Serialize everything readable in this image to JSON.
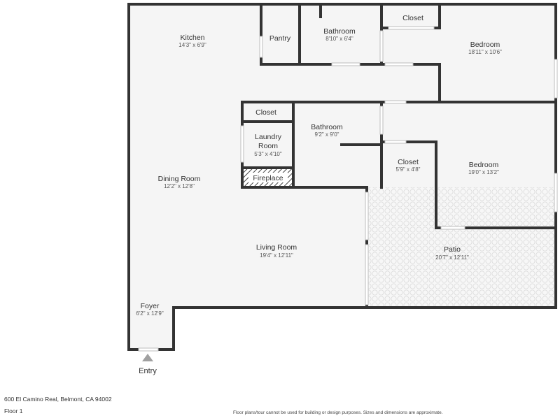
{
  "plan": {
    "address": "600 El Camino Real, Belmont, CA 94002",
    "floor": "Floor 1",
    "disclaimer": "Floor plans/tour cannot be used for building or design purposes. Sizes and dimensions are approximate.",
    "entry_label": "Entry"
  },
  "colors": {
    "wall": "#333333",
    "floor": "#f5f5f5",
    "patio_tile": "#e0e0e0",
    "label": "#333333"
  },
  "rooms": {
    "kitchen": {
      "name": "Kitchen",
      "dims": "14'3\" x 6'9\""
    },
    "pantry": {
      "name": "Pantry"
    },
    "bathroom_top": {
      "name": "Bathroom",
      "dims": "8'10\" x 6'4\""
    },
    "closet_top": {
      "name": "Closet"
    },
    "bedroom_top": {
      "name": "Bedroom",
      "dims": "18'11\" x 10'6\""
    },
    "closet_mid": {
      "name": "Closet"
    },
    "laundry_line1": {
      "name": "Laundry"
    },
    "laundry_line2": {
      "name": "Room",
      "dims": "5'3\" x 4'10\""
    },
    "fireplace": {
      "name": "Fireplace"
    },
    "bathroom_mid": {
      "name": "Bathroom",
      "dims": "9'2\" x 9'0\""
    },
    "closet_bedroom": {
      "name": "Closet",
      "dims": "5'9\" x 4'8\""
    },
    "bedroom_bottom": {
      "name": "Bedroom",
      "dims": "19'0\" x 13'2\""
    },
    "dining": {
      "name": "Dining Room",
      "dims": "12'2\" x 12'8\""
    },
    "living": {
      "name": "Living Room",
      "dims": "19'4\" x 12'11\""
    },
    "patio": {
      "name": "Patio",
      "dims": "20'7\" x 12'11\""
    },
    "foyer": {
      "name": "Foyer",
      "dims": "6'2\" x 12'9\""
    }
  }
}
